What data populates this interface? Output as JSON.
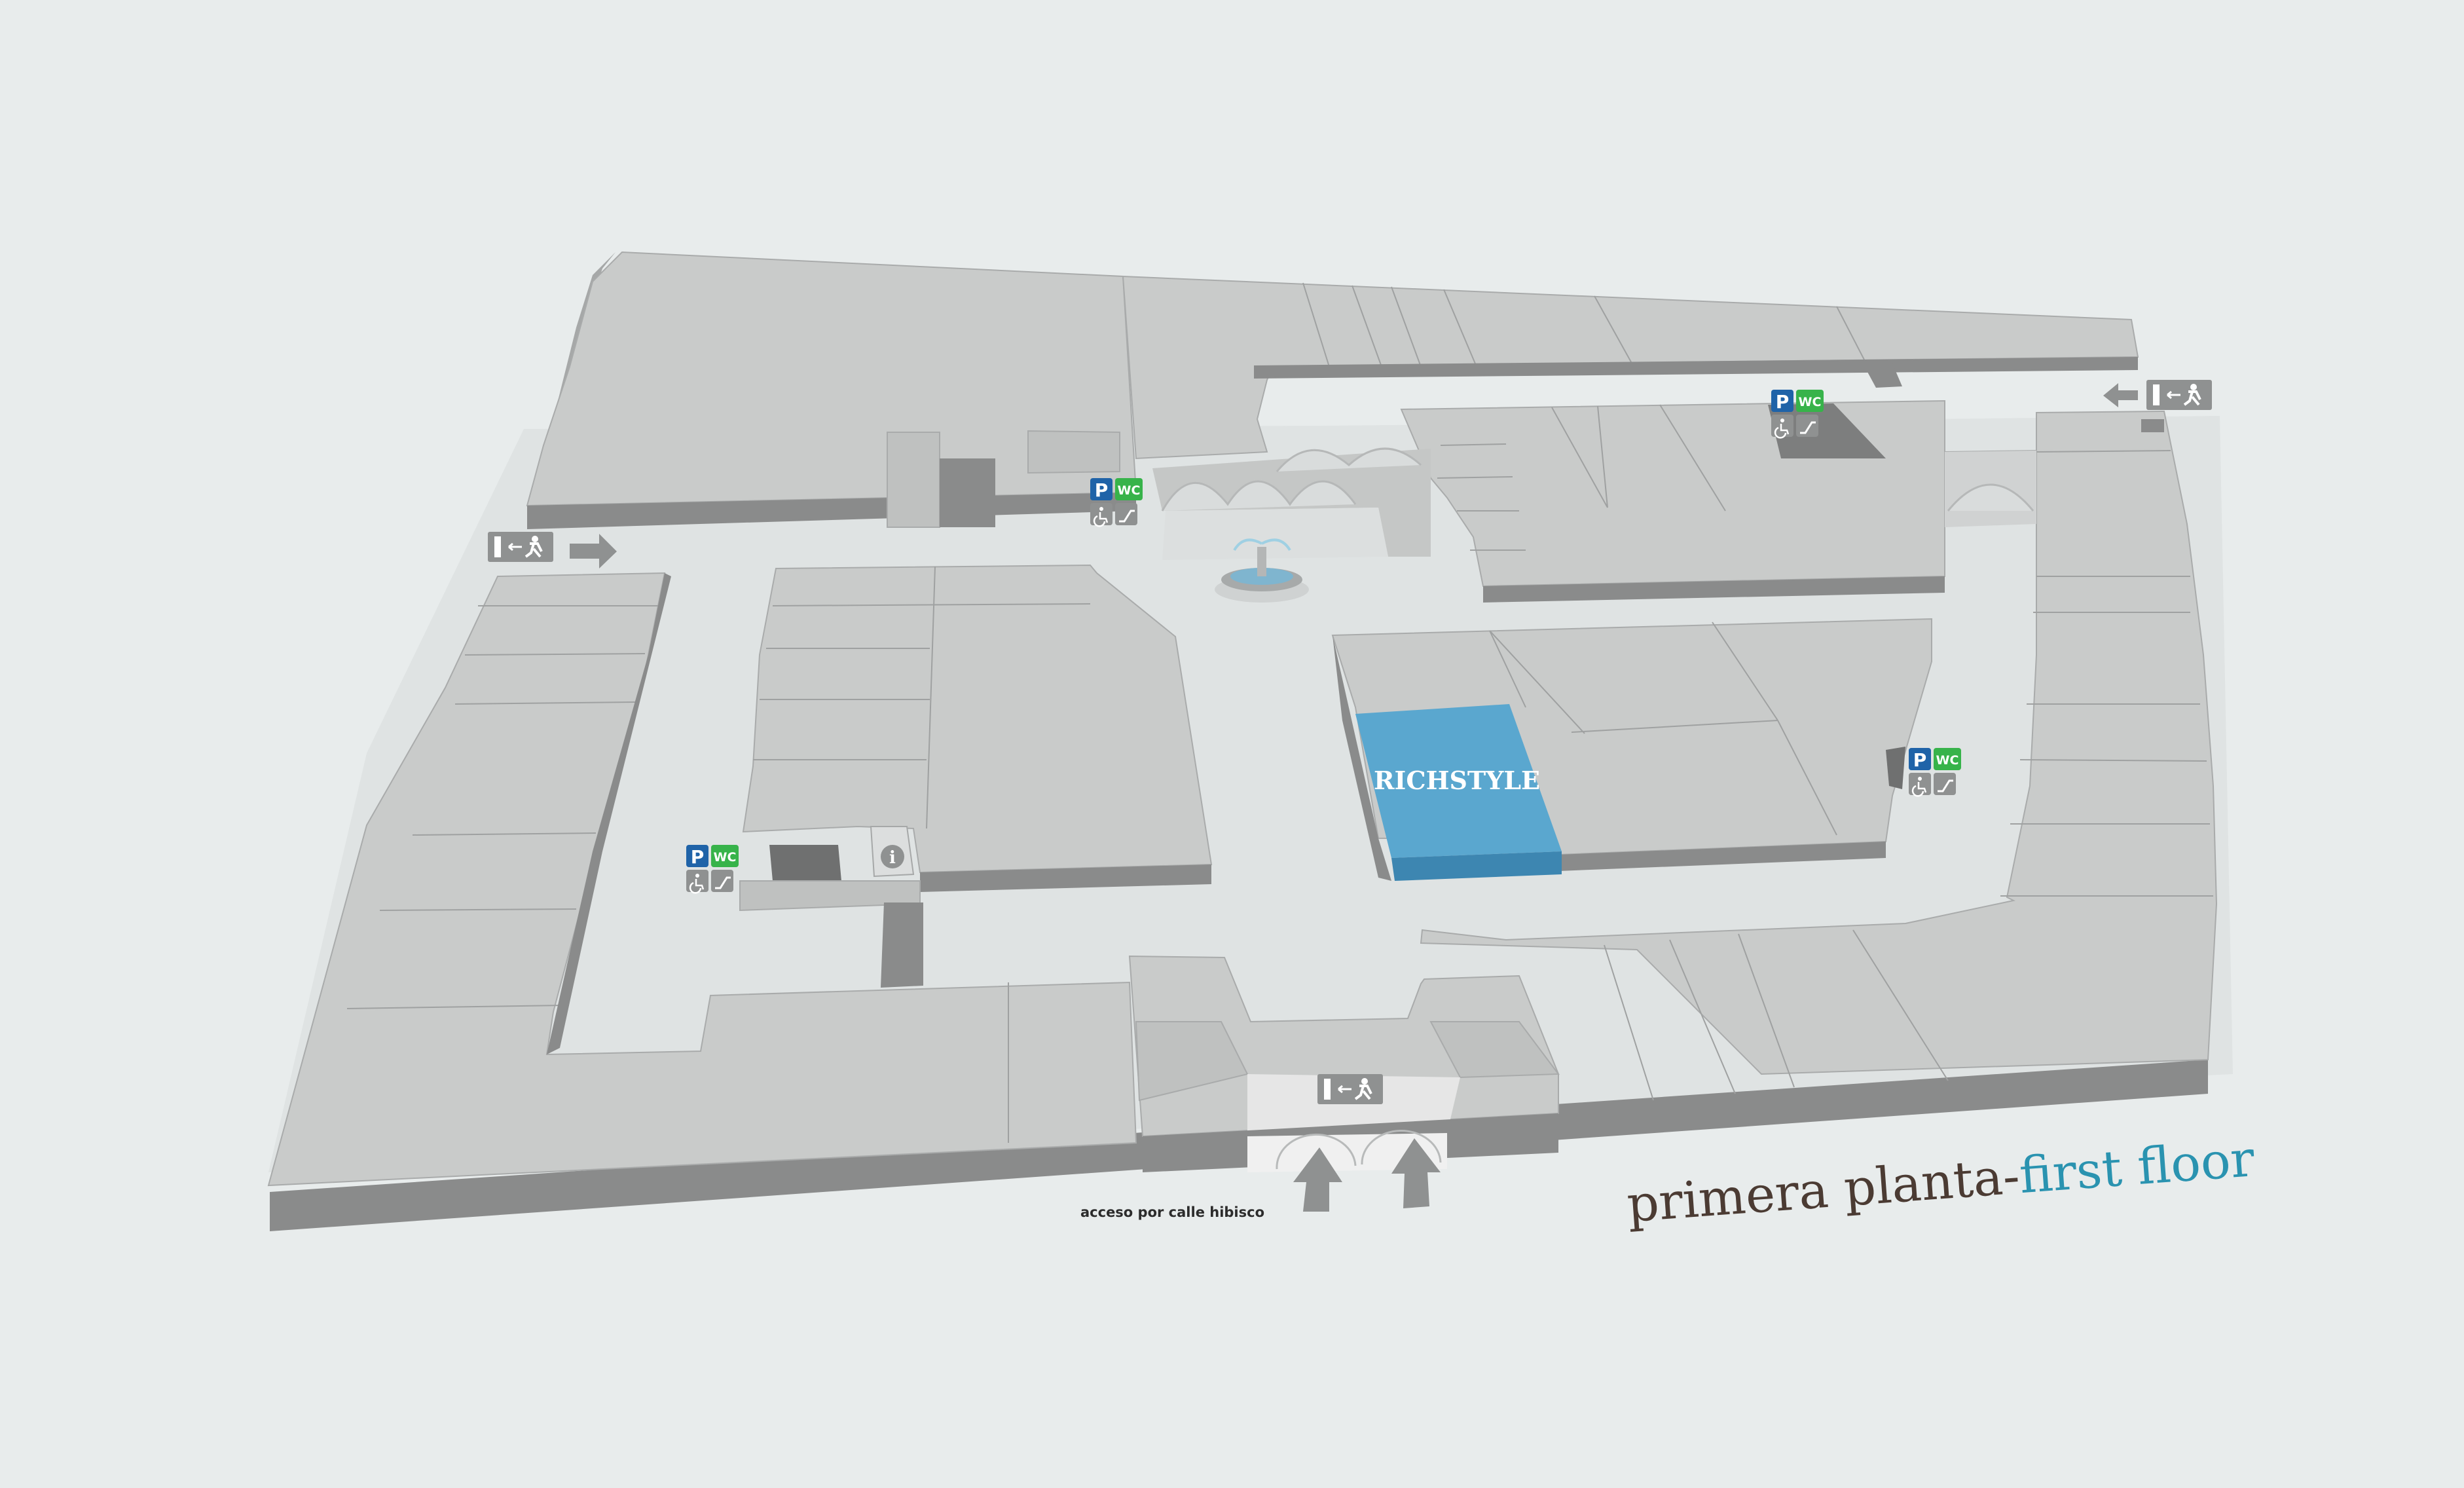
{
  "title": {
    "primary": "primera planta-",
    "secondary": "first floor",
    "primary_color": "#4b3b33",
    "secondary_color": "#2a93b0"
  },
  "highlight_store": {
    "name": "RICHSTYLE",
    "color": "#5aa7cf"
  },
  "street_access": "acceso por calle hibisco",
  "service_icons": {
    "parking": "P",
    "wc": "WC",
    "parking_color": "#1f63a8",
    "wc_color": "#37b34a",
    "icons": [
      "parking-icon",
      "wc-icon",
      "wheelchair-icon",
      "escalator-icon"
    ]
  },
  "other_icons": [
    "emergency-exit-icon",
    "arrow-right-icon",
    "arrow-left-icon",
    "arrow-up-icon",
    "info-icon",
    "fountain-icon"
  ],
  "colors": {
    "background": "#e8ecec",
    "block_top": "#c9cbca",
    "block_side": "#8a8b8b",
    "floor": "#dfe3e3"
  }
}
